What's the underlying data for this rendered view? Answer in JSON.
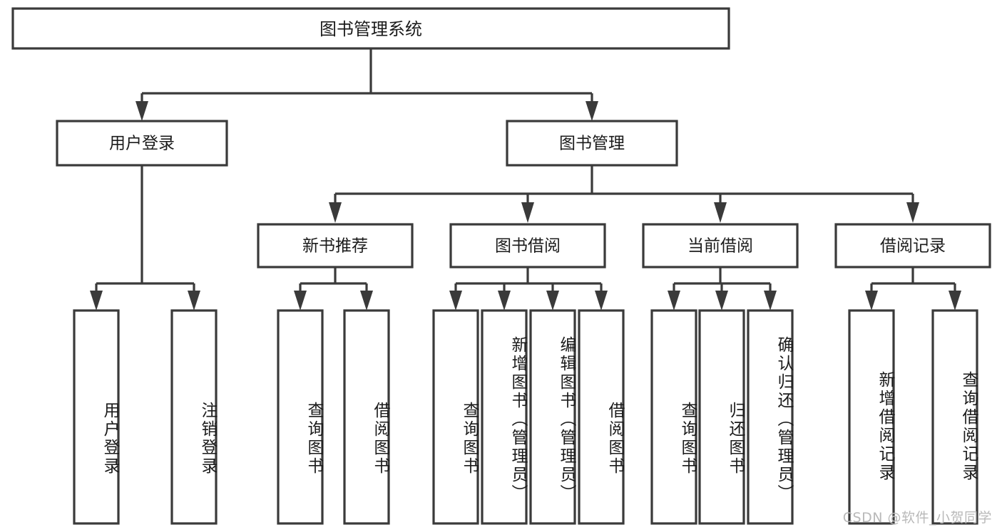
{
  "diagram": {
    "type": "hierarchy-tree",
    "title": "图书管理系统",
    "root": {
      "label": "图书管理系统"
    },
    "level2": [
      {
        "id": "user-login",
        "label": "用户登录"
      },
      {
        "id": "book-management",
        "label": "图书管理"
      }
    ],
    "level3": [
      {
        "id": "new-book-recommend",
        "label": "新书推荐",
        "parent": "book-management"
      },
      {
        "id": "book-borrow",
        "label": "图书借阅",
        "parent": "book-management"
      },
      {
        "id": "current-borrow",
        "label": "当前借阅",
        "parent": "book-management"
      },
      {
        "id": "borrow-record",
        "label": "借阅记录",
        "parent": "book-management"
      }
    ],
    "leaves": [
      {
        "id": "leaf-user-login",
        "label": "用户登录",
        "parent": "user-login"
      },
      {
        "id": "leaf-logout-login",
        "label": "注销登录",
        "parent": "user-login"
      },
      {
        "id": "leaf-query-book-1",
        "label": "查询图书",
        "parent": "new-book-recommend"
      },
      {
        "id": "leaf-borrow-book-1",
        "label": "借阅图书",
        "parent": "new-book-recommend"
      },
      {
        "id": "leaf-query-book-2",
        "label": "查询图书",
        "parent": "book-borrow"
      },
      {
        "id": "leaf-add-book",
        "label": "新增图书（管理员）",
        "parent": "book-borrow"
      },
      {
        "id": "leaf-edit-book",
        "label": "编辑图书（管理员）",
        "parent": "book-borrow"
      },
      {
        "id": "leaf-borrow-book-2",
        "label": "借阅图书",
        "parent": "book-borrow"
      },
      {
        "id": "leaf-query-book-3",
        "label": "查询图书",
        "parent": "current-borrow"
      },
      {
        "id": "leaf-return-book",
        "label": "归还图书",
        "parent": "current-borrow"
      },
      {
        "id": "leaf-confirm-return",
        "label": "确认归还（管理员）",
        "parent": "current-borrow"
      },
      {
        "id": "leaf-add-record",
        "label": "新增借阅记录",
        "parent": "borrow-record"
      },
      {
        "id": "leaf-query-record",
        "label": "查询借阅记录",
        "parent": "borrow-record"
      }
    ],
    "watermark": "CSDN @软件_小贺同学",
    "colors": {
      "stroke": "#3a3a3a",
      "fill": "#ffffff",
      "text": "#1b1b1b",
      "watermark": "#b9b9b9"
    }
  }
}
